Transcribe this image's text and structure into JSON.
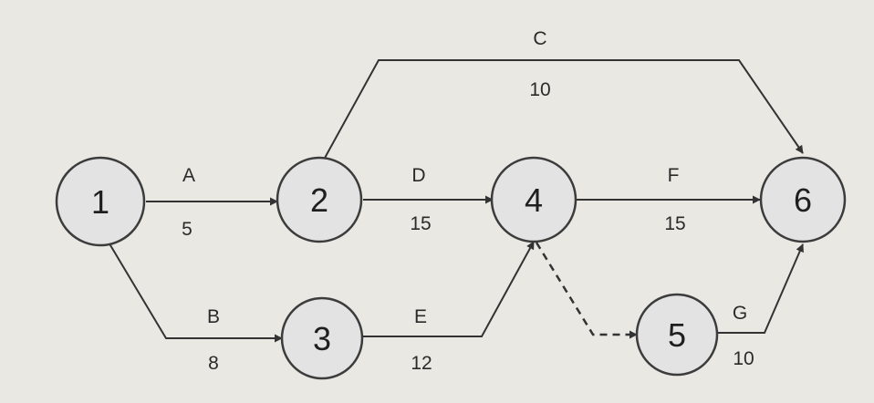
{
  "diagram": {
    "nodes": [
      {
        "id": "1",
        "label": "1"
      },
      {
        "id": "2",
        "label": "2"
      },
      {
        "id": "3",
        "label": "3"
      },
      {
        "id": "4",
        "label": "4"
      },
      {
        "id": "5",
        "label": "5"
      },
      {
        "id": "6",
        "label": "6"
      }
    ],
    "activities": [
      {
        "id": "A",
        "label": "A",
        "duration": "5",
        "from": "1",
        "to": "2"
      },
      {
        "id": "B",
        "label": "B",
        "duration": "8",
        "from": "1",
        "to": "3"
      },
      {
        "id": "C",
        "label": "C",
        "duration": "10",
        "from": "2",
        "to": "6"
      },
      {
        "id": "D",
        "label": "D",
        "duration": "15",
        "from": "2",
        "to": "4"
      },
      {
        "id": "E",
        "label": "E",
        "duration": "12",
        "from": "3",
        "to": "4"
      },
      {
        "id": "F",
        "label": "F",
        "duration": "15",
        "from": "4",
        "to": "6"
      },
      {
        "id": "G",
        "label": "G",
        "duration": "10",
        "from": "5",
        "to": "6"
      }
    ],
    "dummy_activities": [
      {
        "from": "4",
        "to": "5",
        "style": "dashed"
      }
    ],
    "colors": {
      "background": "#e9e8e3",
      "node_fill": "#e3e3e3",
      "stroke": "#333333"
    }
  }
}
